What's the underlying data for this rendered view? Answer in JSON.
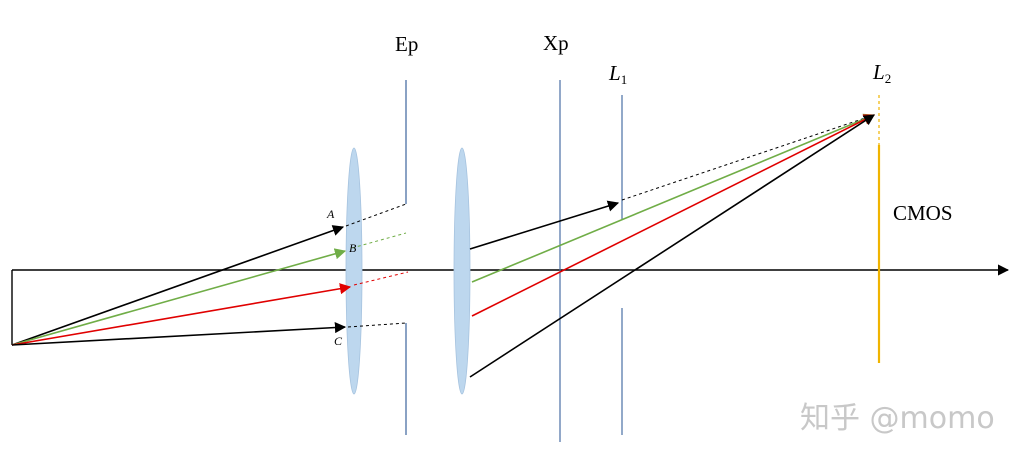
{
  "labels": {
    "ep": "Ep",
    "xp": "Xp",
    "l1_main": "L",
    "l1_sub": "1",
    "l2_main": "L",
    "l2_sub": "2",
    "cmos": "CMOS",
    "point_a": "A",
    "point_b": "B",
    "point_c": "C"
  },
  "watermark": "知乎 @momo",
  "colors": {
    "axis": "#000000",
    "lens_fill": "#bdd7ee",
    "stop_line": "#4a6fa5",
    "sensor": "#f0b400",
    "ray_black": "#000000",
    "ray_green": "#70ad47",
    "ray_red": "#e00000",
    "watermark": "#c8c8c8"
  }
}
